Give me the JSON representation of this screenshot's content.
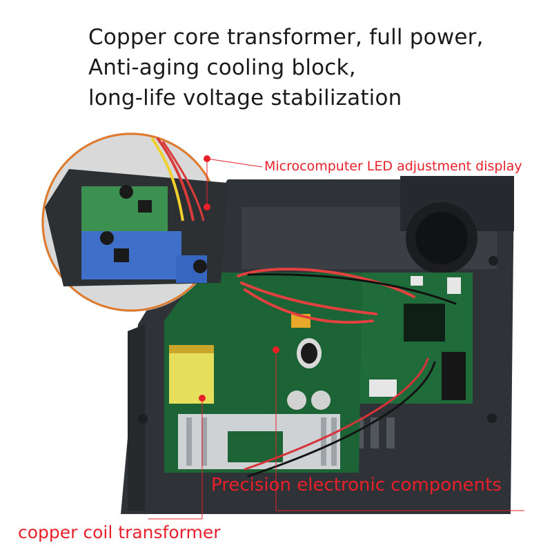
{
  "headline": {
    "line1": "Copper core transformer, full power,",
    "line2": "Anti-aging cooling block,",
    "line3": "long-life voltage stabilization"
  },
  "callouts": {
    "display": "Microcomputer LED adjustment display",
    "components": "Precision electronic components",
    "transformer": "copper coil transformer"
  },
  "colors": {
    "callout": "#e8202a",
    "case": "#2f3236",
    "pcb": "#1f6b3a",
    "inset_border": "#e07a2a",
    "transformer": "#e8e060"
  }
}
